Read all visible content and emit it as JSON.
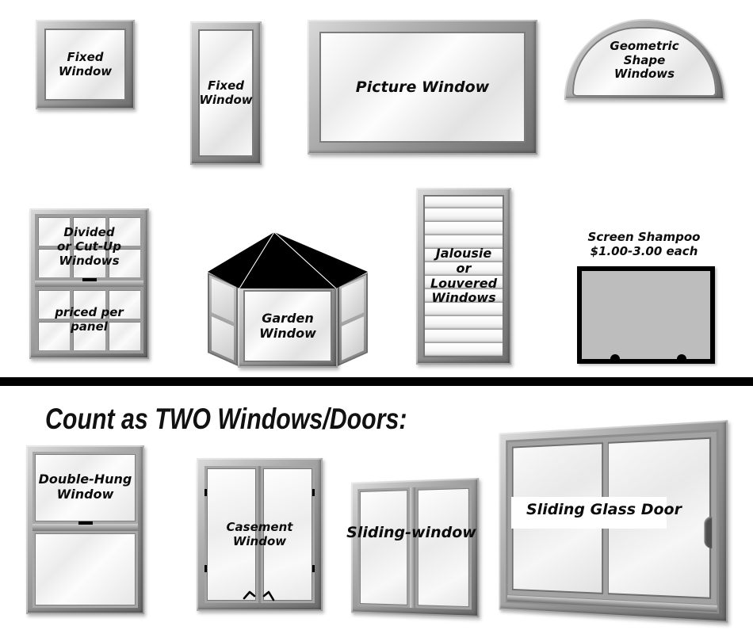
{
  "top_section": {
    "items": [
      {
        "id": "fixed-window-square",
        "lines": [
          "Fixed",
          "Window"
        ]
      },
      {
        "id": "fixed-window-tall",
        "lines": [
          "Fixed",
          "Window"
        ]
      },
      {
        "id": "picture-window",
        "label": "Picture Window"
      },
      {
        "id": "geometric-shape-windows",
        "lines": [
          "Geometric",
          "Shape",
          "Windows"
        ]
      },
      {
        "id": "divided-or-cut-up-windows",
        "lines": [
          "Divided",
          "or Cut-Up",
          "Windows"
        ],
        "sublines": [
          "priced per",
          "panel"
        ]
      },
      {
        "id": "garden-window",
        "lines": [
          "Garden",
          "Window"
        ]
      },
      {
        "id": "jalousie-or-louvered-windows",
        "lines": [
          "Jalousie",
          "or",
          "Louvered",
          "Windows"
        ]
      },
      {
        "id": "screen-shampoo",
        "lines": [
          "Screen Shampoo",
          "$1.00-3.00 each"
        ]
      }
    ]
  },
  "bottom_section": {
    "heading": "Count as TWO Windows/Doors:",
    "items": [
      {
        "id": "double-hung-window",
        "lines": [
          "Double-Hung",
          "Window"
        ]
      },
      {
        "id": "casement-window",
        "lines": [
          "Casement",
          "Window"
        ]
      },
      {
        "id": "sliding-window",
        "label": "Sliding-window"
      },
      {
        "id": "sliding-glass-door",
        "label": "Sliding Glass Door"
      }
    ]
  },
  "colors": {
    "divider": "#000000",
    "roof": "#000000",
    "screen_fill": "#bdbdbd",
    "frame_light": "#dadada",
    "frame_dark": "#6d6d6d",
    "glass": "#f8f8f8",
    "label_text": "#0c0c0c"
  }
}
